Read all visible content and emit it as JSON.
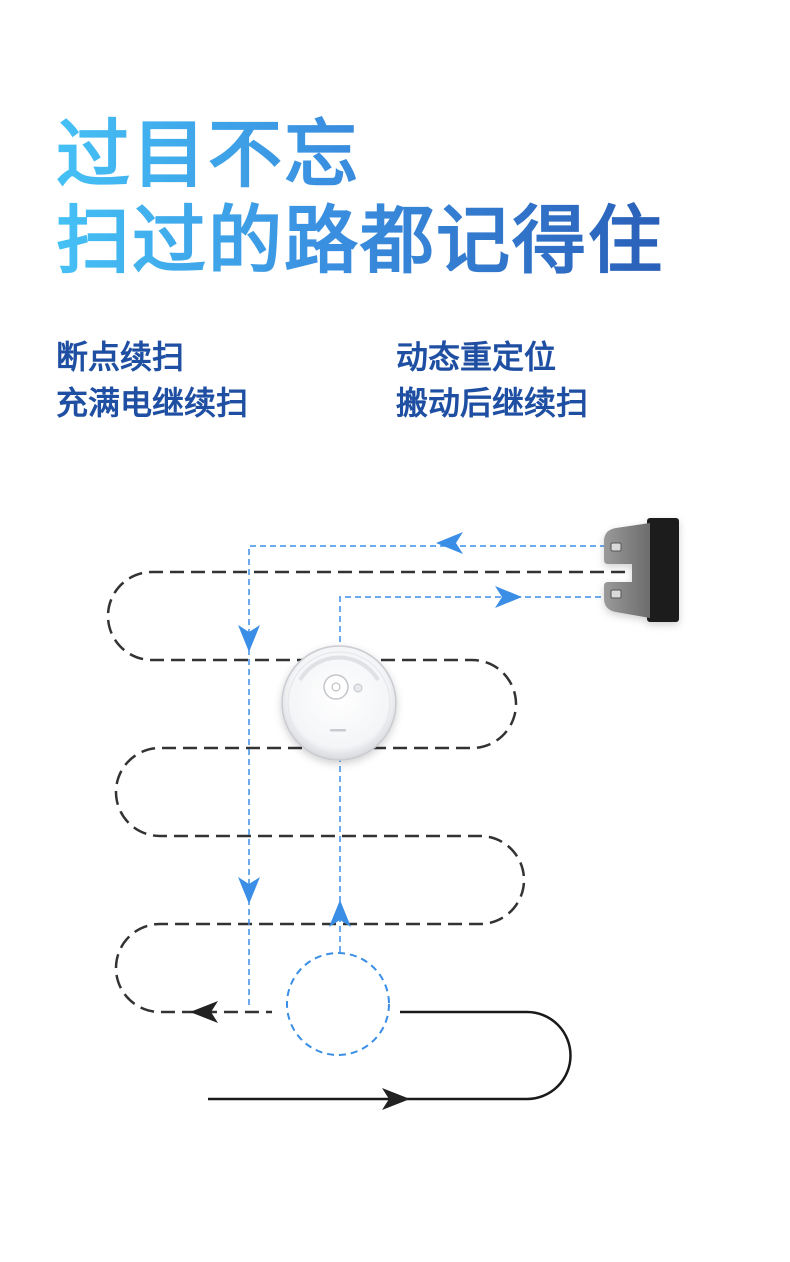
{
  "headline": {
    "line1": "过目不忘",
    "line2": "扫过的路都记得住"
  },
  "features": {
    "left": [
      "断点续扫",
      "充满电继续扫"
    ],
    "right": [
      "动态重定位",
      "搬动后继续扫"
    ]
  },
  "colors": {
    "headline_start": "#45c1f5",
    "headline_end": "#2a5fb8",
    "feature_text": "#1f4fa2",
    "dashed_path": "#333333",
    "blue_path": "#3a8ee6",
    "solid_path": "#1a1a1a"
  },
  "icons": {
    "robot": "robot-vacuum-icon",
    "dock": "charging-dock-icon"
  }
}
